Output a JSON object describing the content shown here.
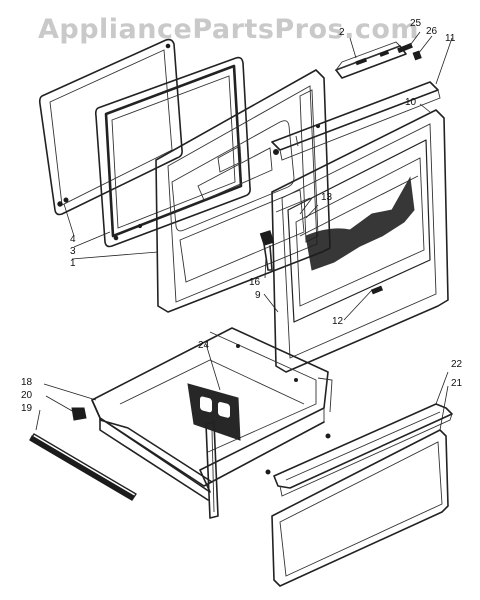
{
  "watermark": "AppliancePartsPros.com",
  "callouts": {
    "c1": "1",
    "c2": "2",
    "c3": "3",
    "c4": "4",
    "c9": "9",
    "c10": "10",
    "c11": "11",
    "c12": "12",
    "c13": "13",
    "c16": "16",
    "c18": "18",
    "c19": "19",
    "c20": "20",
    "c21": "21",
    "c22": "22",
    "c24": "24",
    "c25": "25",
    "c26": "26"
  }
}
